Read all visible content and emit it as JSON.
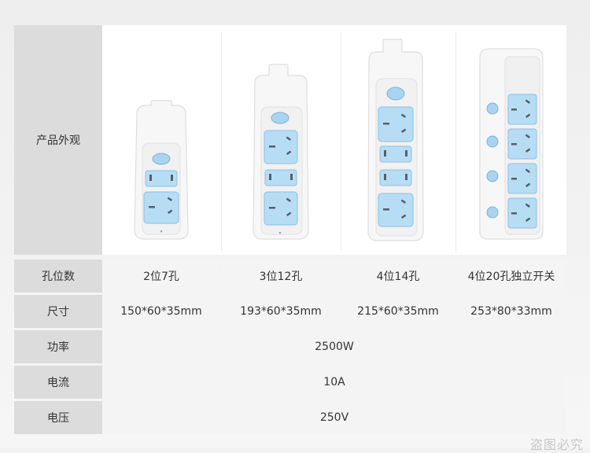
{
  "rows": {
    "appearance": {
      "label": "产品外观"
    },
    "holes": {
      "label": "孔位数",
      "values": [
        "2位7孔",
        "3位12孔",
        "4位14孔",
        "4位20孔独立开关"
      ]
    },
    "size": {
      "label": "尺寸",
      "values": [
        "150*60*35mm",
        "193*60*35mm",
        "215*60*35mm",
        "253*80*33mm"
      ]
    },
    "power": {
      "label": "功率",
      "value": "2500W"
    },
    "current": {
      "label": "电流",
      "value": "10A"
    },
    "voltage": {
      "label": "电压",
      "value": "250V"
    }
  },
  "products": [
    {
      "name": "power-strip-2-outlet",
      "outlets": 2,
      "individual_switches": false
    },
    {
      "name": "power-strip-3-outlet",
      "outlets": 3,
      "individual_switches": false
    },
    {
      "name": "power-strip-4-outlet",
      "outlets": 4,
      "individual_switches": false
    },
    {
      "name": "power-strip-4-outlet-switched",
      "outlets": 4,
      "individual_switches": true
    }
  ],
  "colors": {
    "socket_blue": "#a9d4f0",
    "body_white": "#f7f7f7",
    "label_bg": "#dcdcdc",
    "cell_bg": "#f4f4f4"
  },
  "watermark": "盗图必究"
}
